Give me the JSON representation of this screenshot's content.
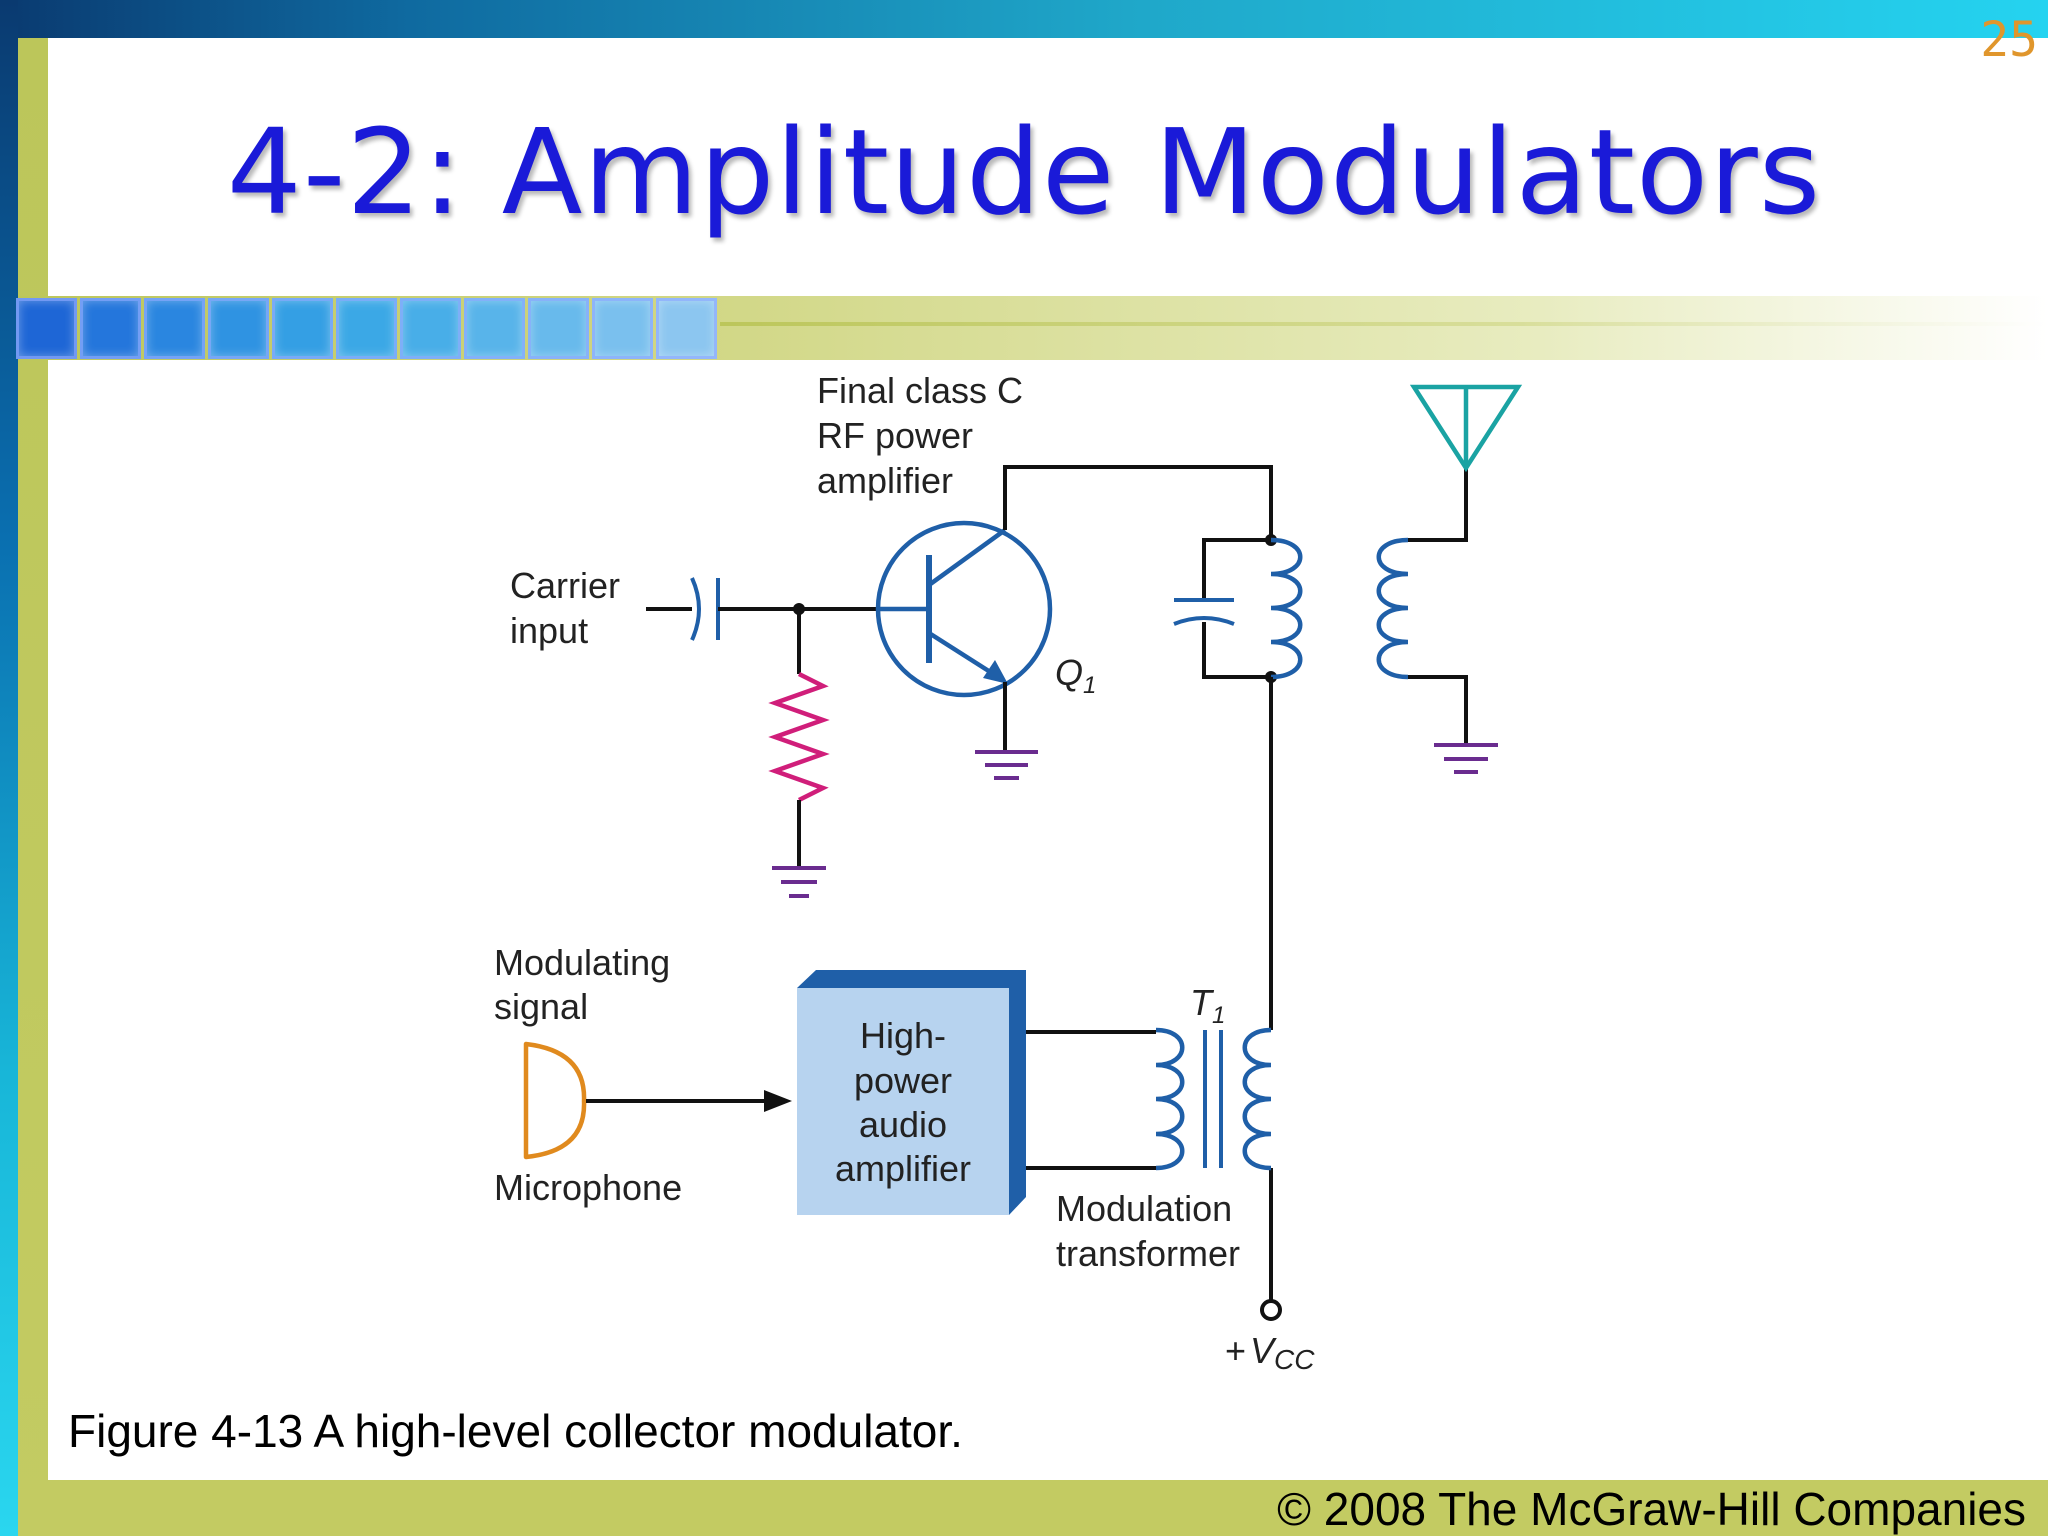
{
  "page_number": "25",
  "title": "4-2: Amplitude Modulators",
  "figure": {
    "labels": {
      "final_class_c_line1": "Final class C",
      "final_class_c_line2": "RF power",
      "final_class_c_line3": "amplifier",
      "carrier_input_line1": "Carrier",
      "carrier_input_line2": "input",
      "transistor": "Q",
      "transistor_sub": "1",
      "modulating_signal_line1": "Modulating",
      "modulating_signal_line2": "signal",
      "microphone": "Microphone",
      "amp_line1": "High-",
      "amp_line2": "power",
      "amp_line3": "audio",
      "amp_line4": "amplifier",
      "transformer": "T",
      "transformer_sub": "1",
      "mod_transformer_line1": "Modulation",
      "mod_transformer_line2": "transformer",
      "vcc_prefix": "+",
      "vcc": "V",
      "vcc_sub": "CC"
    },
    "caption": "Figure 4-13 A high-level collector modulator."
  },
  "copyright": "© 2008 The McGraw-Hill Companies",
  "colors": {
    "title": "#1a1ad8",
    "page_number": "#e0962c",
    "wire": "#111111",
    "component_blue": "#1f5fa8",
    "resistor": "#d01e7a",
    "ground": "#6a2c8f",
    "antenna": "#1aa3a3",
    "microphone": "#e08a1e",
    "amp_box": "#b7d3ef",
    "amp_box_edge": "#1f5fa8"
  },
  "icons": {
    "antenna": "antenna-icon",
    "microphone": "microphone-icon",
    "ground": "ground-icon",
    "transistor": "npn-transistor-icon"
  }
}
